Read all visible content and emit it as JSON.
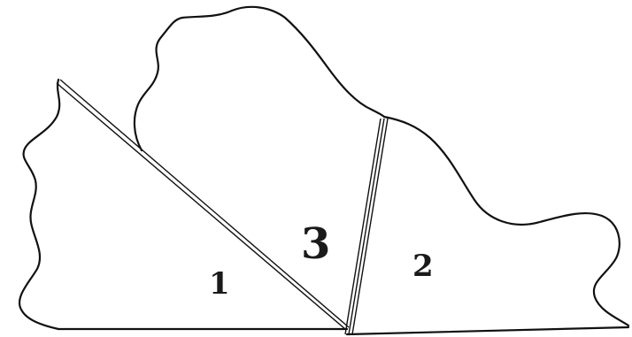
{
  "regions": [
    {
      "id": "1",
      "label": "1"
    },
    {
      "id": "2",
      "label": "2"
    },
    {
      "id": "3",
      "label": "3"
    }
  ],
  "colors": {
    "stroke": "#111111",
    "background": "#ffffff"
  }
}
